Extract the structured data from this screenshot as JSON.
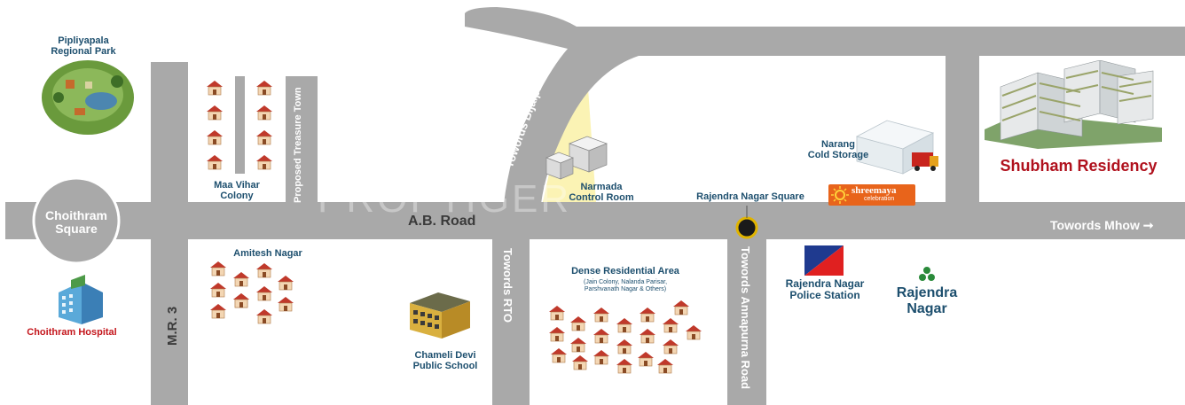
{
  "watermark": "PROPTIGER",
  "roads": {
    "ab_road": "A.B. Road",
    "mr3": "M.R. 3",
    "bijalpur": "Towords Bijalpur",
    "rto": "Towords RTO",
    "annapurna": "Towords Annapurna Road",
    "treasure_town": "Proposed Treasure Town",
    "mhow": "Towords Mhow ➞"
  },
  "places": {
    "pipliyapala": "Pipliyapala\nRegional Park",
    "choithram_square": "Choithram\nSquare",
    "choithram_hospital": "Choithram Hospital",
    "maa_vihar": "Maa Vihar\nColony",
    "amitesh_nagar": "Amitesh Nagar",
    "narmada": "Narmada\nControl Room",
    "chameli": "Chameli Devi\nPublic School",
    "dense_residential": "Dense Residential Area",
    "dense_residential_sub": "(Jain Colony, Nalanda Parisar,\nParshvanath Nagar & Others)",
    "rajendra_square": "Rajendra Nagar Square",
    "narang": "Narang\nCold Storage",
    "shreemaya": "shreemaya",
    "shreemaya_sub": "celebration",
    "police": "Rajendra Nagar\nPolice Station",
    "rajendra_nagar": "Rajendra\nNagar",
    "shubham": "Shubham Residency"
  },
  "colors": {
    "road": "#a9a9a9",
    "label": "#1d4f6e",
    "project": "#b0111d",
    "hospital": "#c4161c"
  },
  "icons": [
    "park-icon",
    "hospital-icon",
    "house-icon",
    "building-icon",
    "school-icon",
    "cold-storage-icon",
    "police-flag-icon",
    "trefoil-icon",
    "residency-icon",
    "location-marker-icon"
  ]
}
